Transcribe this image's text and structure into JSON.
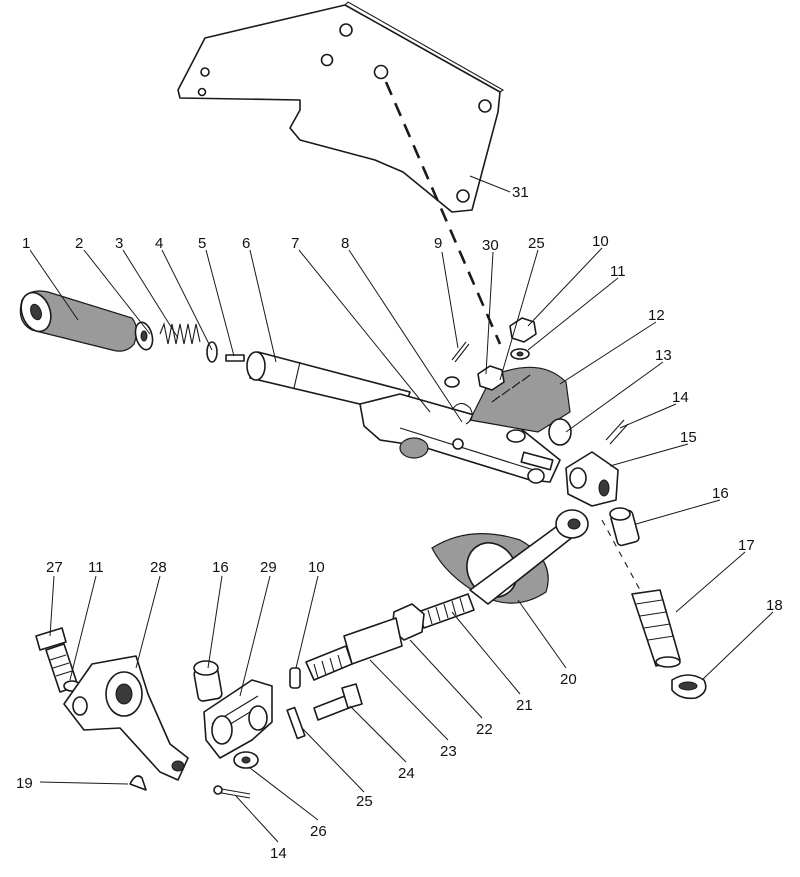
{
  "callouts": [
    {
      "id": "1",
      "text": "1"
    },
    {
      "id": "2",
      "text": "2"
    },
    {
      "id": "3",
      "text": "3"
    },
    {
      "id": "4",
      "text": "4"
    },
    {
      "id": "5",
      "text": "5"
    },
    {
      "id": "6",
      "text": "6"
    },
    {
      "id": "7",
      "text": "7"
    },
    {
      "id": "8",
      "text": "8"
    },
    {
      "id": "9",
      "text": "9"
    },
    {
      "id": "30",
      "text": "30"
    },
    {
      "id": "25a",
      "text": "25"
    },
    {
      "id": "10a",
      "text": "10"
    },
    {
      "id": "11a",
      "text": "11"
    },
    {
      "id": "12",
      "text": "12"
    },
    {
      "id": "13",
      "text": "13"
    },
    {
      "id": "14a",
      "text": "14"
    },
    {
      "id": "15",
      "text": "15"
    },
    {
      "id": "16a",
      "text": "16"
    },
    {
      "id": "17",
      "text": "17"
    },
    {
      "id": "18",
      "text": "18"
    },
    {
      "id": "31",
      "text": "31"
    },
    {
      "id": "27",
      "text": "27"
    },
    {
      "id": "11b",
      "text": "11"
    },
    {
      "id": "28",
      "text": "28"
    },
    {
      "id": "16b",
      "text": "16"
    },
    {
      "id": "29",
      "text": "29"
    },
    {
      "id": "10b",
      "text": "10"
    },
    {
      "id": "20",
      "text": "20"
    },
    {
      "id": "21",
      "text": "21"
    },
    {
      "id": "22",
      "text": "22"
    },
    {
      "id": "23",
      "text": "23"
    },
    {
      "id": "24",
      "text": "24"
    },
    {
      "id": "25b",
      "text": "25"
    },
    {
      "id": "26",
      "text": "26"
    },
    {
      "id": "14b",
      "text": "14"
    },
    {
      "id": "19",
      "text": "19"
    }
  ]
}
